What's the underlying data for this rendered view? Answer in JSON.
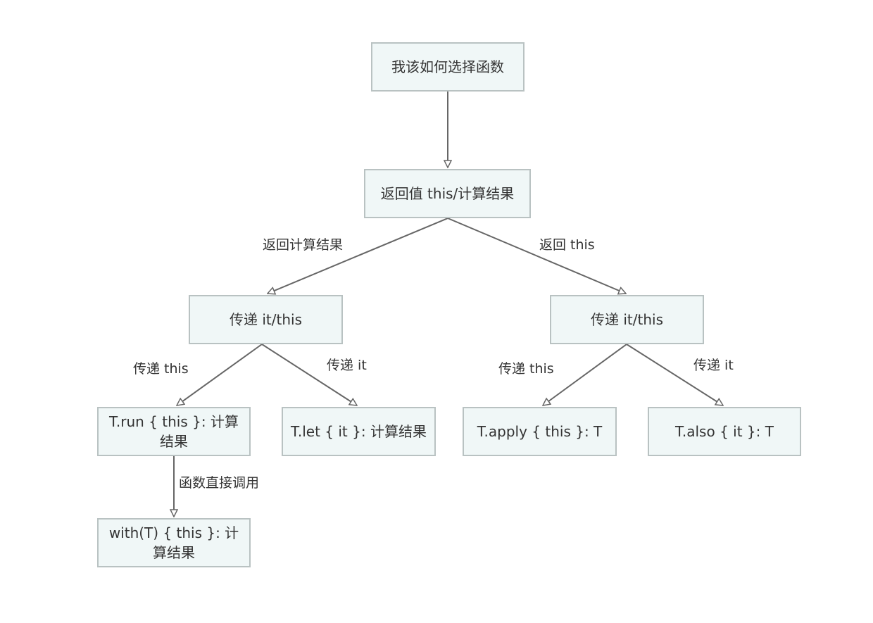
{
  "nodes": {
    "root": "我该如何选择函数",
    "return_value": "返回值 this/计算结果",
    "pass_left": "传递 it/this",
    "pass_right": "传递 it/this",
    "run": "T.run { this }: 计算结果",
    "let": "T.let { it }: 计算结果",
    "apply": "T.apply { this }: T",
    "also": "T.also { it }: T",
    "with": "with(T) { this }: 计算结果"
  },
  "edge_labels": {
    "return_calc": "返回计算结果",
    "return_this": "返回 this",
    "left_pass_this": "传递 this",
    "left_pass_it": "传递 it",
    "right_pass_this": "传递 this",
    "right_pass_it": "传递 it",
    "run_to_with": "函数直接调用"
  },
  "colors": {
    "node_fill": "#f0f7f7",
    "node_border": "#b9c2c2",
    "edge": "#666666",
    "text": "#333333"
  }
}
